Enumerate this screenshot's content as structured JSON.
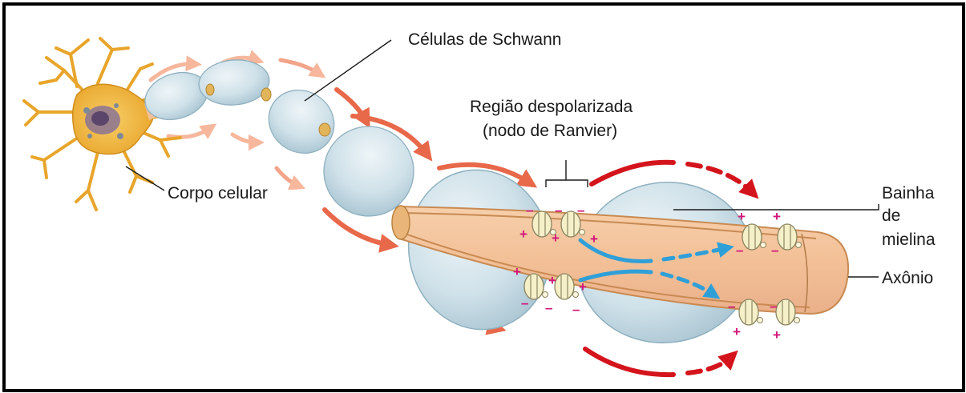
{
  "labels": {
    "schwann": "Células de Schwann",
    "regiao_line1": "Região despolarizada",
    "regiao_line2": "(nodo de Ranvier)",
    "corpo": "Corpo celular",
    "bainha_line1": "Bainha",
    "bainha_line2": "de",
    "bainha_line3": "mielina",
    "axonio": "Axônio"
  },
  "charges": {
    "plus": "+",
    "minus": "–"
  },
  "colors": {
    "border": "#000000",
    "neuron_body": "#f0b43c",
    "schwann_cell": "#c9dde6",
    "axon": "#f2c29a",
    "arrow_light": "#f6b79c",
    "arrow_orange": "#e8684a",
    "arrow_red": "#d4141c",
    "arrow_blue": "#2f9fd8",
    "charge": "#d0167a"
  },
  "icons": [
    "neuron-body-icon",
    "schwann-cell-icon",
    "ion-channel-icon"
  ]
}
